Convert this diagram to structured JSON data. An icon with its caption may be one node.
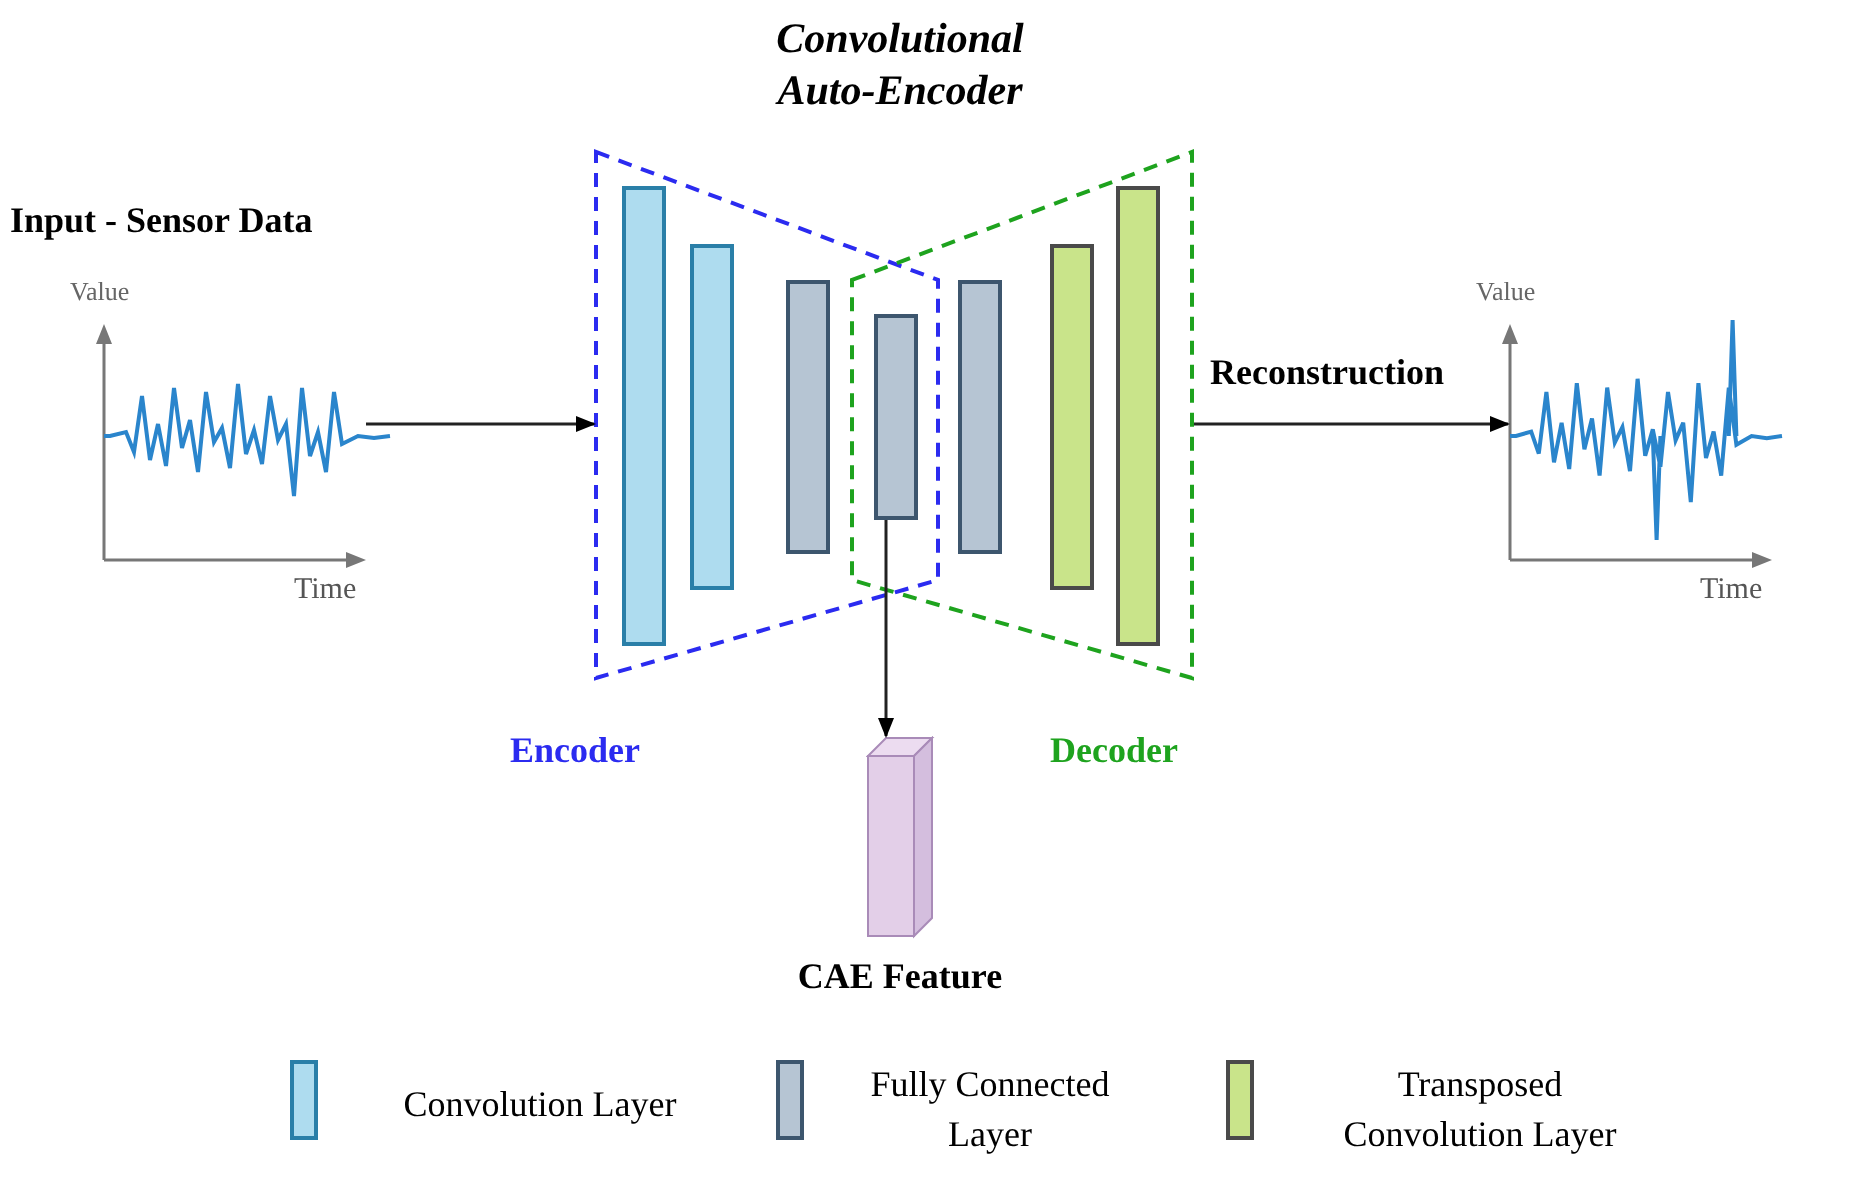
{
  "diagram": {
    "title": "Convolutional Auto-Encoder",
    "nodes": [
      {
        "text": [
          "Input - Sensor Data",
          "Value",
          "Time"
        ]
      },
      {
        "text": [
          "Encoder"
        ]
      },
      {
        "text": [
          "Decoder"
        ]
      },
      {
        "text": [],
        "shape": "bar",
        "in": 1
      },
      {
        "text": [],
        "shape": "bar",
        "in": 1
      },
      {
        "text": [],
        "shape": "bar",
        "in": 1
      },
      {
        "text": [],
        "shape": "bar"
      },
      {
        "text": [],
        "shape": "bar",
        "in": 2
      },
      {
        "text": [],
        "shape": "bar",
        "in": 2
      },
      {
        "text": [],
        "shape": "bar",
        "in": 2
      },
      {
        "text": [
          "CAE Feature"
        ]
      },
      {
        "text": [
          "Value",
          "Time"
        ]
      }
    ],
    "edges": [
      {
        "from": 0,
        "to": 1,
        "arrow": "to"
      },
      {
        "from": 2,
        "to": 11,
        "arrow": "to",
        "label": "Reconstruction"
      },
      {
        "from": 6,
        "to": 10,
        "arrow": "to"
      }
    ],
    "legend": [
      {
        "text": "Convolution Layer",
        "color": "#aedcef"
      },
      {
        "text": "Fully Connected Layer",
        "color": "#b6c5d3"
      },
      {
        "text": "Transposed Convolution Layer",
        "color": "#c9e48a"
      }
    ]
  }
}
